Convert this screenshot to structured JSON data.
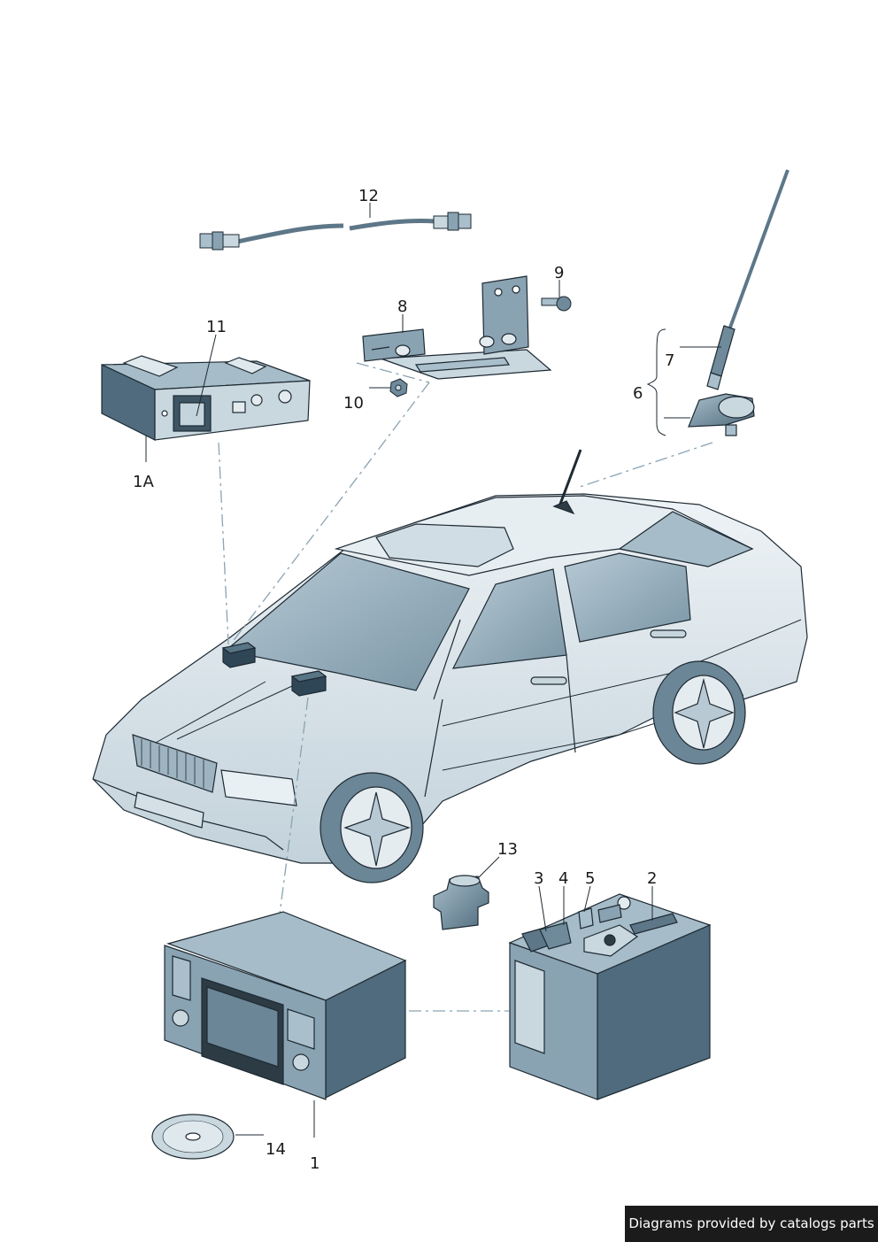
{
  "callouts": {
    "c1": "1",
    "c1a": "1A",
    "c2": "2",
    "c3": "3",
    "c4": "4",
    "c5": "5",
    "c6": "6",
    "c7": "7",
    "c8": "8",
    "c9": "9",
    "c10": "10",
    "c11": "11",
    "c12": "12",
    "c13": "13",
    "c14": "14"
  },
  "credit": "Diagrams provided by catalogs parts",
  "colors": {
    "part_dark": "#5d7788",
    "part_mid": "#8aa3b2",
    "part_light": "#c9d7df",
    "outline": "#1e2a33",
    "leader_dash": "#8aa3b2",
    "car_body": "#dde6ec"
  }
}
